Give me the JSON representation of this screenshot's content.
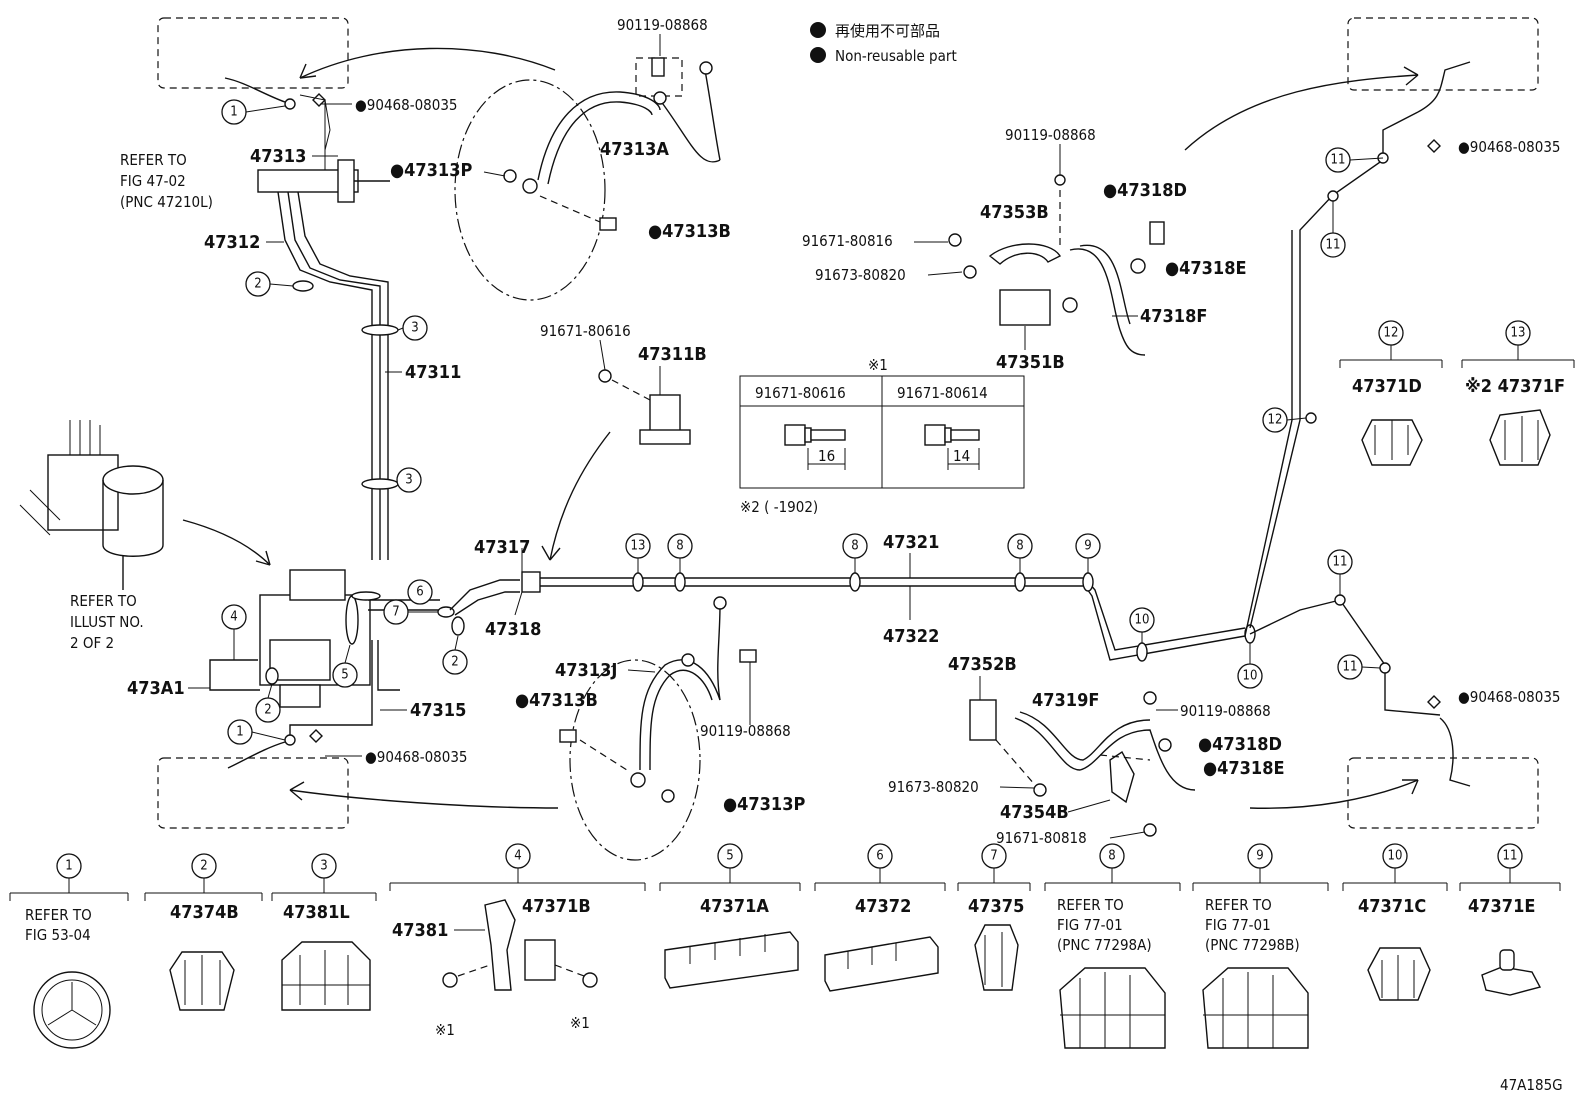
{
  "legend": {
    "jp": "再使用不可部品",
    "en": "Non-reusable part"
  },
  "figure_code": "47A185G",
  "refs": {
    "fig4702": [
      "REFER TO",
      "FIG 47-02",
      "(PNC 47210L)"
    ],
    "illust": [
      "REFER TO",
      "ILLUST NO.",
      "2 OF 2"
    ],
    "fig5304": [
      "REFER TO",
      "FIG 53-04"
    ],
    "fig7701a": [
      "REFER TO",
      "FIG 77-01",
      "(PNC 77298A)"
    ],
    "fig7701b": [
      "REFER TO",
      "FIG 77-01",
      "(PNC 77298B)"
    ]
  },
  "note_table": {
    "mark": "※1",
    "left": "91671-80616",
    "right": "91671-80614",
    "left_dim": "16",
    "right_dim": "14",
    "footnote": "※2 (      -1902)"
  },
  "labels": {
    "p90119_top": "90119-08868",
    "p90468_tl": "●90468-08035",
    "p47313A": "47313A",
    "p47313": "47313",
    "p47313P_top": "●47313P",
    "p47312": "47312",
    "p47313B_top": "●47313B",
    "p47311": "47311",
    "p91671_80616": "91671-80616",
    "p47311B": "47311B",
    "p90119_mid": "90119-08868",
    "p47353B": "47353B",
    "p47318D_top": "●47318D",
    "p91671_80816": "91671-80816",
    "p91673_80820_top": "91673-80820",
    "p47318E_top": "●47318E",
    "p47318F": "47318F",
    "p47351B": "47351B",
    "p90468_tr": "●90468-08035",
    "p47371D": "47371D",
    "p47371F": "※2 47371F",
    "p47317": "47317",
    "p47318": "47318",
    "p47321": "47321",
    "p47322": "47322",
    "p473A1": "473A1",
    "p47315": "47315",
    "p47313J": "47313J",
    "p47313B_bot": "●47313B",
    "p90119_bot": "90119-08868",
    "p90468_bl": "●90468-08035",
    "p47313P_bot": "●47313P",
    "p47352B": "47352B",
    "p47319F": "47319F",
    "p90119_br": "90119-08868",
    "p47318D_bot": "●47318D",
    "p47318E_bot": "●47318E",
    "p91673_80820_bot": "91673-80820",
    "p47354B": "47354B",
    "p91671_80818": "91671-80818",
    "p90468_br": "●90468-08035"
  },
  "bottom_boxes": [
    {
      "num": "1",
      "label": ""
    },
    {
      "num": "2",
      "label": "47374B"
    },
    {
      "num": "3",
      "label": "47381L"
    },
    {
      "num": "4",
      "label": "47371B",
      "extra": "47381",
      "note": "※1"
    },
    {
      "num": "5",
      "label": "47371A"
    },
    {
      "num": "6",
      "label": "47372"
    },
    {
      "num": "7",
      "label": "47375"
    },
    {
      "num": "8",
      "label": ""
    },
    {
      "num": "9",
      "label": ""
    },
    {
      "num": "10",
      "label": "47371C"
    },
    {
      "num": "11",
      "label": "47371E"
    }
  ],
  "top_boxes": [
    {
      "num": "12",
      "label": "47371D"
    },
    {
      "num": "13",
      "label": "47371F"
    }
  ],
  "callouts": {
    "c1": "1",
    "c2": "2",
    "c3": "3",
    "c4": "4",
    "c5": "5",
    "c6": "6",
    "c7": "7",
    "c8": "8",
    "c9": "9",
    "c10": "10",
    "c11": "11",
    "c12": "12",
    "c13": "13"
  }
}
